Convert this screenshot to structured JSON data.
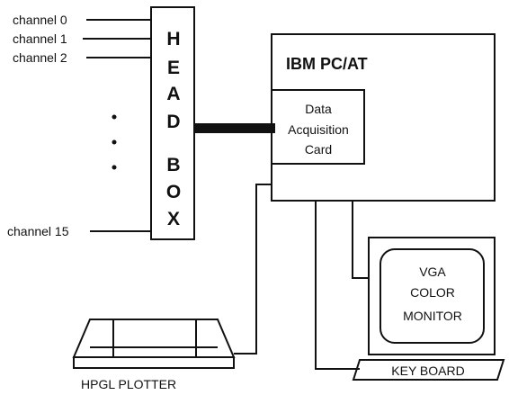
{
  "channels": {
    "ch0": "channel 0",
    "ch1": "channel 1",
    "ch2": "channel 2",
    "ch15": "channel 15"
  },
  "head_box": {
    "letters": [
      "H",
      "E",
      "A",
      "D",
      "B",
      "O",
      "X"
    ]
  },
  "pc": {
    "title": "IBM PC/AT",
    "card_lines": [
      "Data",
      "Acquisition",
      "Card"
    ]
  },
  "monitor": {
    "lines": [
      "VGA",
      "COLOR",
      "MONITOR"
    ]
  },
  "keyboard": {
    "label": "KEY BOARD"
  },
  "plotter": {
    "label": "HPGL PLOTTER"
  }
}
